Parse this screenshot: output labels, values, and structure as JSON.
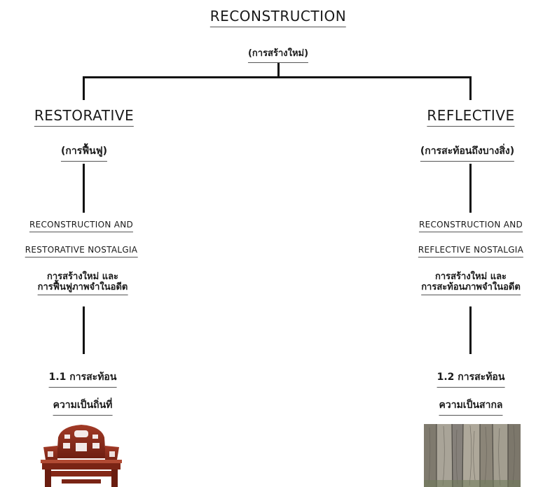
{
  "root": {
    "title": "RECONSTRUCTION",
    "subtitle": "(การสร้างใหม่)"
  },
  "left": {
    "title": "RESTORATIVE",
    "subtitle": "(การฟื้นฟู)",
    "concept_line1": "RECONSTRUCTION AND",
    "concept_line2": "RESTORATIVE NOSTALGIA",
    "thai_line1": "การสร้างใหม่ และ",
    "thai_line2": "การฟื้นฟูภาพจำในอดีต",
    "example_line1": "1.1 การสะท้อน",
    "example_line2": "ความเป็นถิ่นที่",
    "image_icon": "carved-wooden-throne-chair"
  },
  "right": {
    "title": "REFLECTIVE",
    "subtitle": "(การสะท้อนถึงบางสิ่ง)",
    "concept_line1": "RECONSTRUCTION AND",
    "concept_line2": "REFLECTIVE NOSTALGIA",
    "thai_line1": "การสร้างใหม่ และ",
    "thai_line2": "การสะท้อนภาพจำในอดีต",
    "example_line1": "1.2 การสะท้อน",
    "example_line2": "ความเป็นสากล",
    "image_icon": "weathered-wood-planks"
  },
  "colors": {
    "line": "#111111",
    "wood_red": "#8b2d1e",
    "wood_gray": "#8a8578"
  }
}
